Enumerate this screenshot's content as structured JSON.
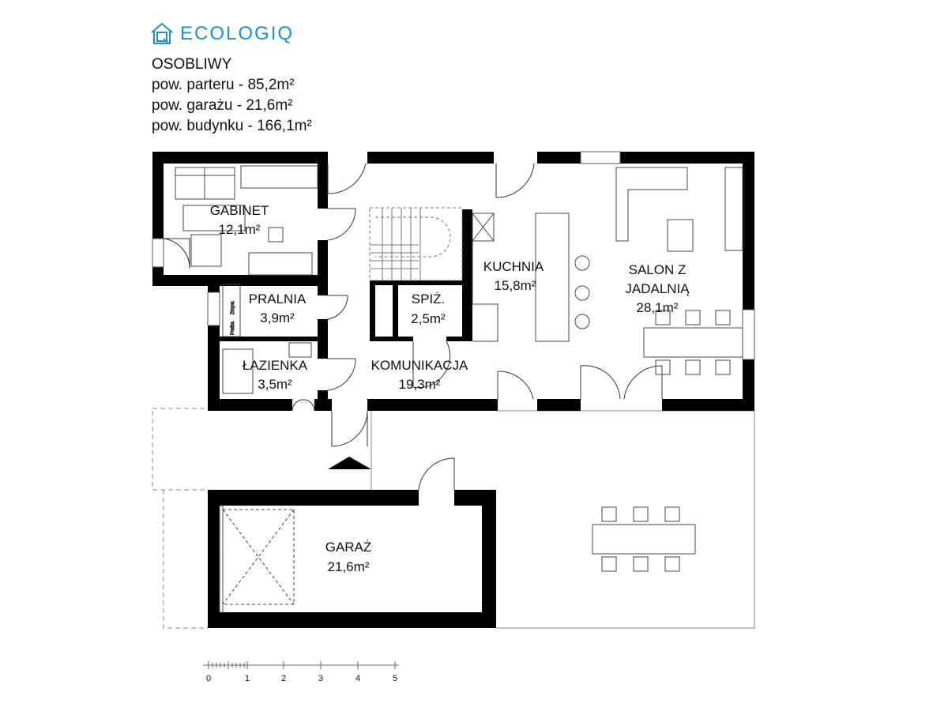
{
  "brand": {
    "name": "ECOLOGIQ",
    "color": "#1a8fd6"
  },
  "header": {
    "project": "OSOBLIWY",
    "lines": [
      "pow. parteru - 85,2m²",
      "pow. garażu - 21,6m²",
      "pow. budynku - 166,1m²"
    ]
  },
  "rooms": [
    {
      "name": "GABINET",
      "area": "12,1m²"
    },
    {
      "name": "PRALNIA",
      "area": "3,9m²"
    },
    {
      "name": "ŁAZIENKA",
      "area": "3,5m²"
    },
    {
      "name": "KOMUNIKACJA",
      "area": "19,3m²"
    },
    {
      "name": "SPIŻ.",
      "area": "2,5m²"
    },
    {
      "name": "KUCHNIA",
      "area": "15,8m²"
    },
    {
      "name": "SALON Z",
      "name2": "JADALNIĄ",
      "area": "28,1m²"
    },
    {
      "name": "GARAŻ",
      "area": "21,6m²"
    }
  ],
  "appliances": {
    "washer": "Pralka",
    "dryer": "Zmyw."
  },
  "scale": {
    "ticks": [
      "0",
      "1",
      "2",
      "3",
      "4",
      "5"
    ]
  }
}
